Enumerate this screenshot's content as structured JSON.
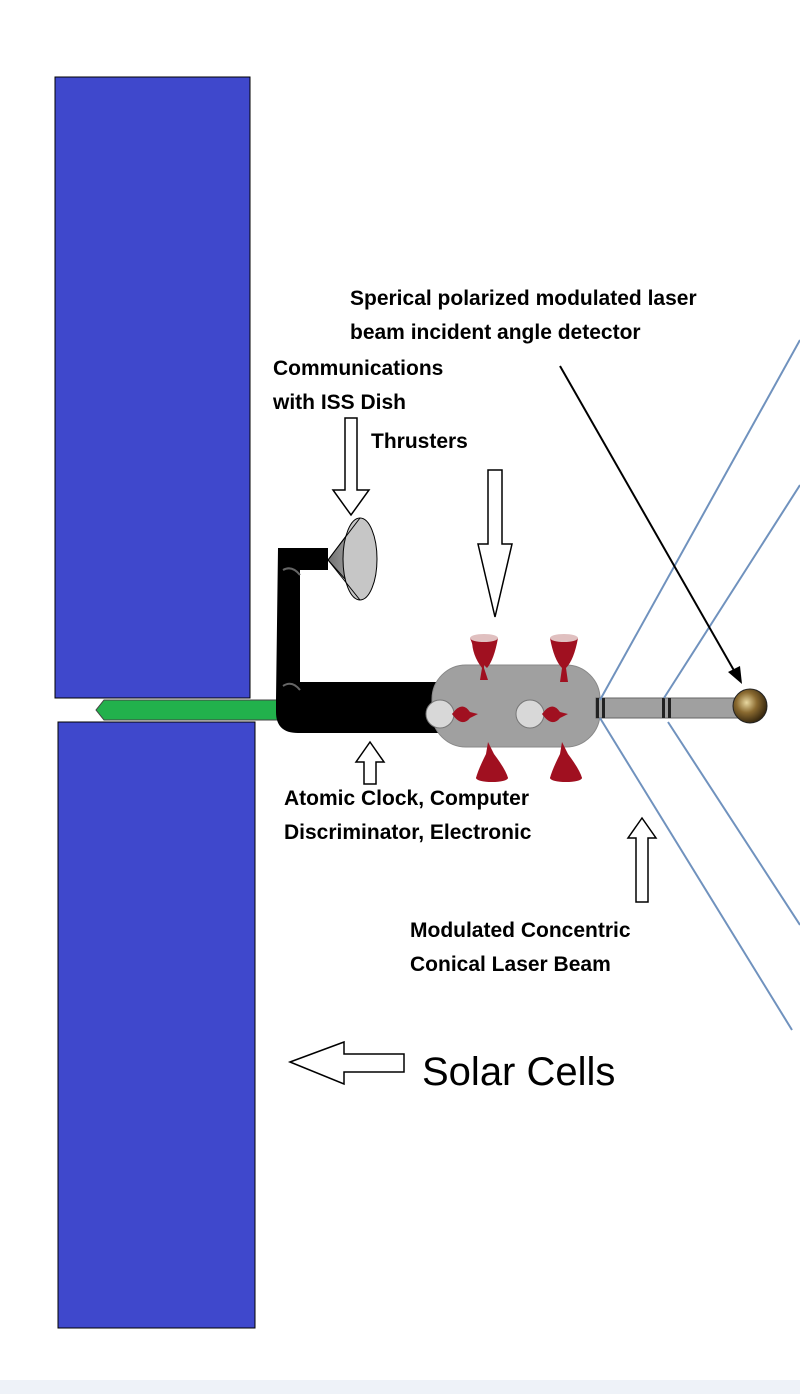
{
  "labels": {
    "detector": "Sperical polarized modulated laser\nbeam incident angle detector",
    "communications": "Communications\nwith ISS Dish",
    "thrusters": "Thrusters",
    "atomic_clock": "Atomic Clock, Computer\nDiscriminator, Electronic",
    "laser_beam": "Modulated Concentric\nConical Laser Beam",
    "solar_cells": "Solar Cells"
  },
  "colors": {
    "solar_panel": "#3f48cc",
    "boom": "#22b14c",
    "body": "#000000",
    "module": "#a0a0a0",
    "thruster": "#a01020",
    "beam": "#7092be",
    "dish": "#9a9a9a",
    "bottom_bar": "#eef2f8"
  }
}
